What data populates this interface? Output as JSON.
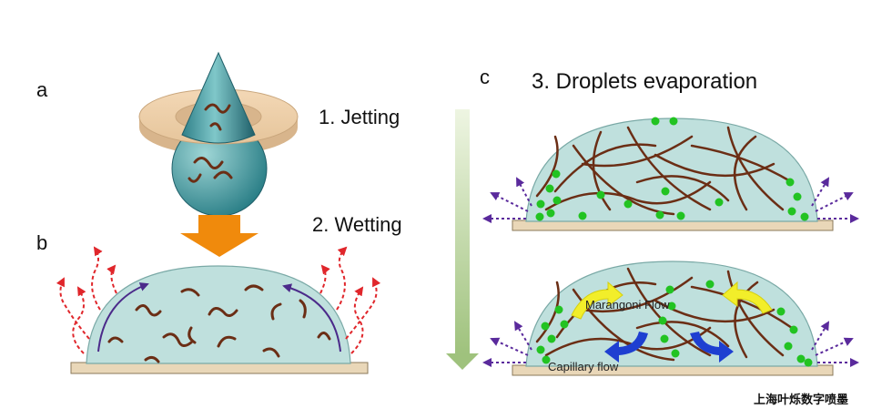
{
  "panels": {
    "a": "a",
    "b": "b",
    "c": "c"
  },
  "steps": {
    "jetting": "1. Jetting",
    "wetting": "2. Wetting",
    "evaporation": "3. Droplets evaporation"
  },
  "flows": {
    "marangoni": "Marangoni Flow",
    "capillary": "Capillary flow"
  },
  "watermark": "上海叶烁数字喷墨",
  "colors": {
    "droplet_fill": "#bfe0dd",
    "droplet_stroke": "#7aa9a6",
    "fiber": "#6b2e15",
    "substrate": "#e9d7b8",
    "particle": "#22c322",
    "vapor_red": "#e0262b",
    "vapor_purple": "#5a2a9c",
    "wetting_arrow": "#4b2a8a",
    "marangoni_arrow": "#f2ee2a",
    "capillary_arrow": "#1e3fd1",
    "down_arrow": "#f08a0c",
    "timeline_arrow": "#a9c98a"
  }
}
